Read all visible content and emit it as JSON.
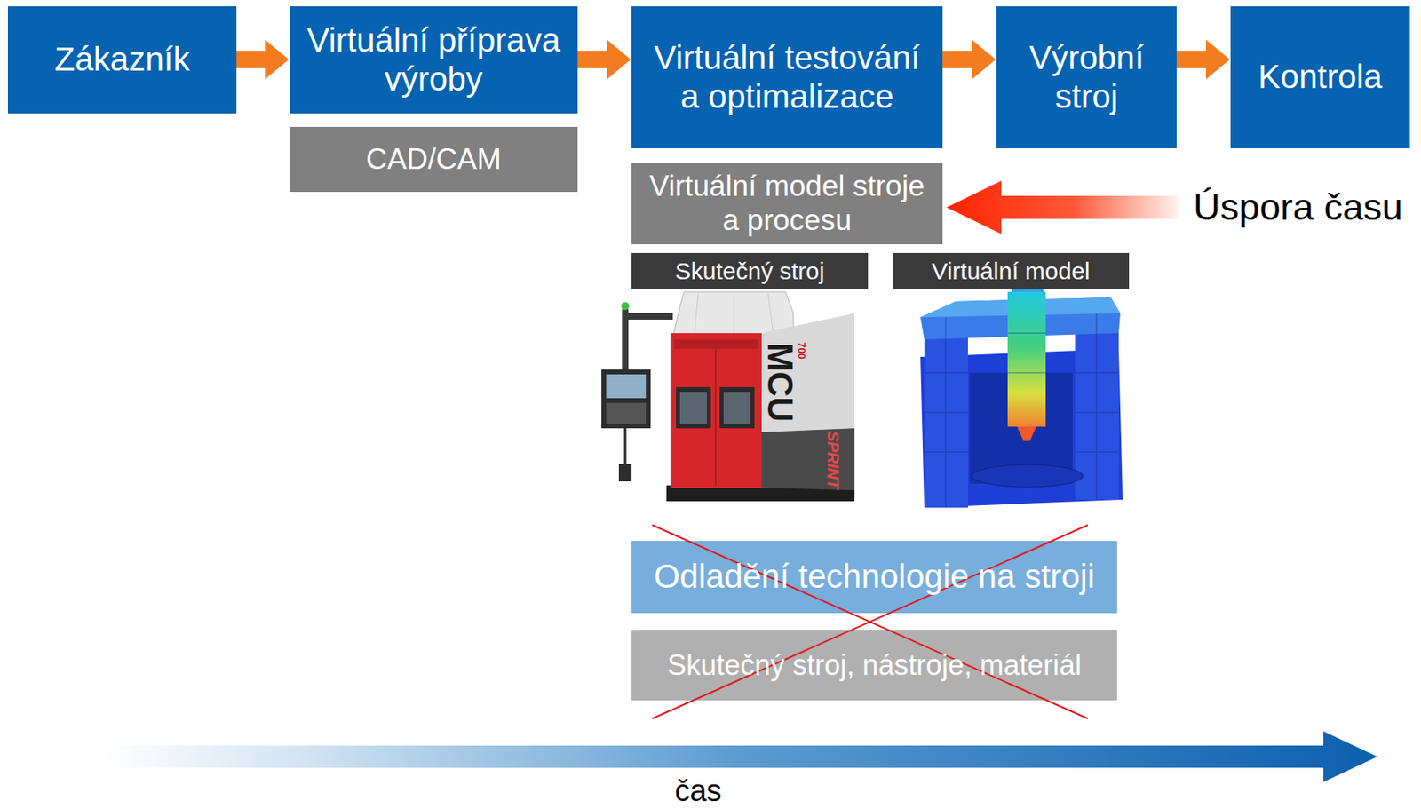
{
  "diagram": {
    "nodes": [
      {
        "text": [
          "Zákazník"
        ]
      },
      {
        "text": [
          "Virtuální příprava výroby"
        ]
      },
      {
        "text": [
          "Virtuální testování a optimalizace"
        ]
      },
      {
        "text": [
          "Výrobní stroj"
        ]
      },
      {
        "text": [
          "Kontrola"
        ]
      },
      {
        "text": [
          "CAD/CAM"
        ]
      },
      {
        "text": [
          "Virtuální model stroje a procesu"
        ]
      },
      {
        "text": [
          "Skutečný stroj"
        ]
      },
      {
        "text": [
          "Virtuální model"
        ]
      },
      {
        "text": [
          "Odladění technologie na stroji"
        ]
      },
      {
        "text": [
          "Skutečný stroj, nástroje, materiál"
        ]
      }
    ],
    "edges": [
      {
        "from": 0,
        "to": 1,
        "arrow": "to"
      },
      {
        "from": 1,
        "to": 2,
        "arrow": "to"
      },
      {
        "from": 2,
        "to": 3,
        "arrow": "to"
      },
      {
        "from": 3,
        "to": 4,
        "arrow": "to"
      }
    ],
    "labels": [
      "Úspora času",
      "MCU",
      "700",
      "SPRINT",
      "čas"
    ]
  }
}
